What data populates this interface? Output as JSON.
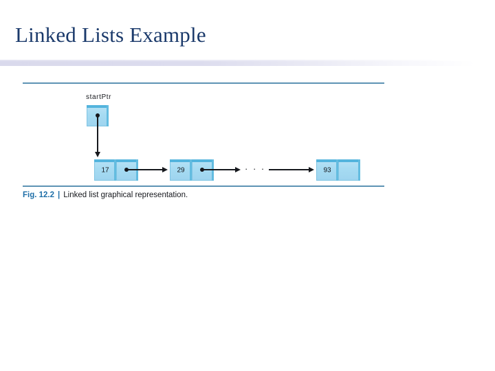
{
  "slide": {
    "title": "Linked Lists Example"
  },
  "figure": {
    "caption_number": "Fig. 12.2",
    "caption_separator": "|",
    "caption_text": "Linked list graphical representation.",
    "pointer_label": "startPtr",
    "ellipsis": "· · ·",
    "nodes": [
      {
        "value": "17",
        "has_next_pointer": true
      },
      {
        "value": "29",
        "has_next_pointer": true
      },
      {
        "value": "93",
        "has_next_pointer": false
      }
    ]
  },
  "colors": {
    "title": "#1b3a6b",
    "rule": "#5d93b4",
    "node_fill": "#a6dbf2",
    "node_bevel": "#53b4dd",
    "caption_accent": "#1f6fa8",
    "header_band": "#dcdcee",
    "line": "#16181d"
  }
}
